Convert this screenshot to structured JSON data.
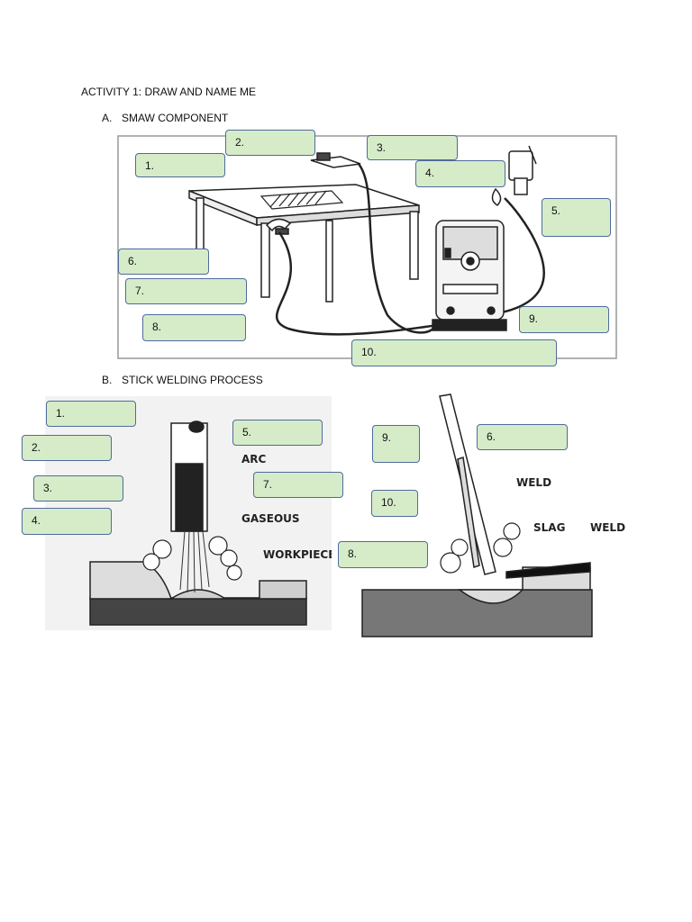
{
  "activity_title": "ACTIVITY 1: DRAW AND NAME ME",
  "section_a": {
    "marker": "A.",
    "title": "SMAW COMPONENT",
    "labels": [
      "1.",
      "2.",
      "3.",
      "4.",
      "5.",
      "6.",
      "7.",
      "8.",
      "9.",
      "10."
    ]
  },
  "section_b": {
    "marker": "B.",
    "title": "STICK WELDING PROCESS",
    "left_labels": [
      "1.",
      "2.",
      "3.",
      "4.",
      "5.",
      "7."
    ],
    "right_labels": [
      "9.",
      "6.",
      "10.",
      "8."
    ],
    "left_annotations": {
      "arc": "ARC",
      "gaseous": "GASEOUS",
      "workpiece": "WORKPIECE"
    },
    "right_annotations": {
      "weld_top": "WELD",
      "slag": "SLAG",
      "weld_right": "WELD"
    }
  },
  "colors": {
    "label_fill": "#d6ecc9",
    "label_border": "#4f6b9b"
  }
}
